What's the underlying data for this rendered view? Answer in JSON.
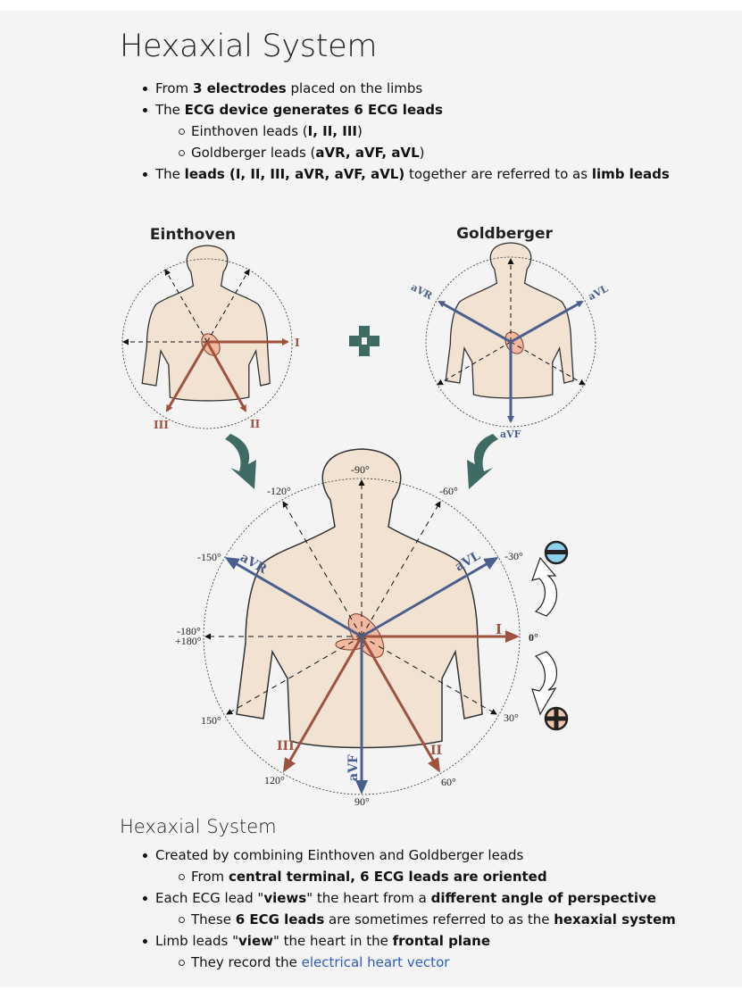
{
  "title": "Hexaxial System",
  "intro_list": {
    "item1": {
      "pre": "From ",
      "bold": "3 electrodes",
      "post": " placed on the limbs"
    },
    "item2": {
      "pre": "The ",
      "bold": "ECG device generates 6 ECG leads"
    },
    "sub1": {
      "pre": "Einthoven leads (",
      "bold": "I, II, III",
      "post": ")"
    },
    "sub2": {
      "pre": "Goldberger leads (",
      "bold": "aVR, aVF, aVL",
      "post": ")"
    },
    "item3": {
      "pre": "The ",
      "bold": "leads (I, II, III, aVR, aVF, aVL)",
      "mid": " together are referred to as ",
      "bold2": "limb leads"
    }
  },
  "diagram": {
    "einthoven_title": "Einthoven",
    "goldberger_title": "Goldberger",
    "einthoven_leads": {
      "I": "I",
      "II": "II",
      "III": "III"
    },
    "goldberger_leads": {
      "aVR": "aVR",
      "aVL": "aVL",
      "aVF": "aVF"
    },
    "hexaxial_leads": {
      "I": "I",
      "II": "II",
      "III": "III",
      "aVR": "aVR",
      "aVL": "aVL",
      "aVF": "aVF"
    },
    "degrees": {
      "d0": "0°",
      "d30": "30°",
      "d60": "60°",
      "d90": "90°",
      "d120": "120°",
      "d150": "150°",
      "dm180": "-180°",
      "dp180": "+180°",
      "dm150": "-150°",
      "dm120": "-120°",
      "dm90": "-90°",
      "dm60": "-60°",
      "dm30": "-30°"
    },
    "colors": {
      "einthoven": "#a0523d",
      "goldberger": "#4a5f8e",
      "arrow": "#3f6b65",
      "body": "#f1e2d2",
      "minus": "#8fd0ec",
      "plus": "#f3c6b0"
    }
  },
  "section2": {
    "heading": "Hexaxial System",
    "item1": {
      "text": "Created by combining Einthoven and Goldberger leads"
    },
    "sub1": {
      "pre": "From ",
      "bold": "central terminal, 6 ECG leads are oriented"
    },
    "item2": {
      "pre": "Each ECG lead \"",
      "bold": "views",
      "mid": "\" the heart from a ",
      "bold2": "different angle of perspective"
    },
    "sub2": {
      "pre": "These ",
      "bold": "6 ECG leads",
      "mid": " are sometimes referred to as the ",
      "bold2": "hexaxial system"
    },
    "item3": {
      "pre": "Limb leads \"",
      "bold": "view",
      "mid": "\" the heart in the ",
      "bold2": "frontal plane"
    },
    "sub3": {
      "pre": "They record the ",
      "link": "electrical heart vector"
    }
  }
}
